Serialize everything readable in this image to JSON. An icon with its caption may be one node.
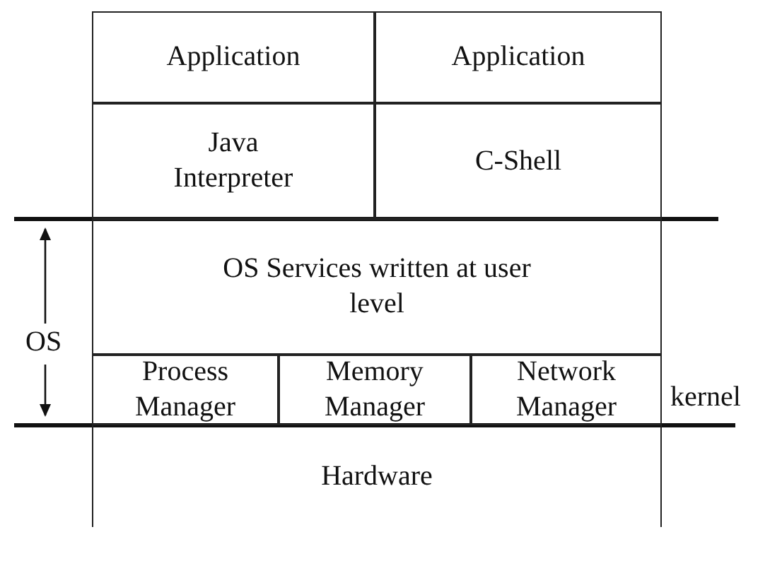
{
  "diagram": {
    "nodes": [
      {
        "text": [
          "Application"
        ]
      },
      {
        "text": [
          "Application"
        ]
      },
      {
        "text": [
          "Java Interpreter"
        ]
      },
      {
        "text": [
          "C-Shell"
        ]
      },
      {
        "text": [
          "OS Services written at user level"
        ]
      },
      {
        "text": [
          "Process Manager"
        ]
      },
      {
        "text": [
          "Memory Manager"
        ]
      },
      {
        "text": [
          "Network Manager"
        ]
      },
      {
        "text": [
          "Hardware"
        ]
      }
    ],
    "labels": [
      "OS",
      "kernel"
    ]
  }
}
